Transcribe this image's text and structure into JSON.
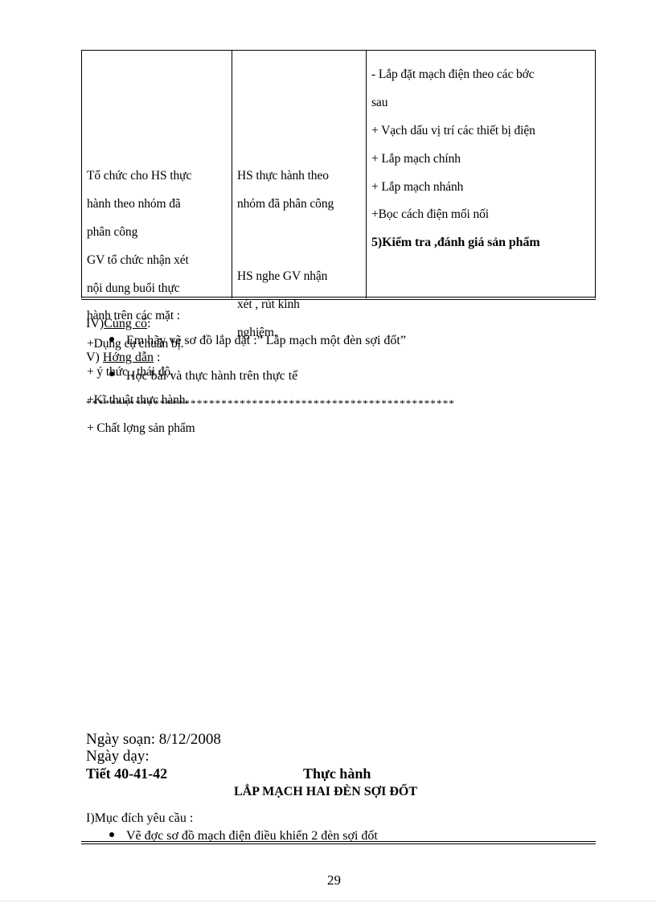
{
  "table": {
    "col1": {
      "lines": [
        "Tổ chức cho HS thực",
        "hành theo nhóm đã",
        "phân công",
        "GV tổ chức nhận xét",
        "nội dung buổi thực",
        "hành trên các mặt :",
        "+Dụng cụ chuẩn bị.",
        "+ ý thức , thái độ.",
        "+Kĩ thuật thực hành.",
        "+ Chất lợng  sản phẩm"
      ]
    },
    "col2": {
      "block1": [
        "HS thực hành theo",
        "nhóm đã phân công"
      ],
      "block2": [
        "HS nghe GV nhận",
        "xét , rút kinh",
        "nghiệm."
      ]
    },
    "col3": {
      "lines": [
        "- Lắp đặt mạch điện theo các bớc",
        "sau",
        "+ Vạch dấu vị trí các thiết bị điện",
        "+ Lắp mạch chính",
        "+ Lắp mạch nhánh",
        "+Bọc cách điện mối nối"
      ],
      "heading": "5)Kiểm tra ,đánh giá sản phẩm"
    }
  },
  "section4": {
    "prefix": "IV)",
    "title": "Củng cố",
    "suffix": ":",
    "bullet": "Em hãy vẽ  sơ đồ  lắp đặt :” Lắp mạch một đèn sợi đốt”"
  },
  "section5": {
    "prefix": "V) ",
    "title": "Hớng  dẫn",
    "suffix": " :",
    "bullet": "Học bài và  thực hành trên thực tế"
  },
  "separator": "************************************************************",
  "next_lesson": {
    "date_label": "Ngày soạn: 8/12/2008",
    "teach_label": "Ngày dạy:",
    "period": "Tiết 40-41-42",
    "type": "Thực hành",
    "title": "LẮP MẠCH HAI ĐÈN SỢI ĐỐT",
    "objective": "I)Mục đích yêu cầu :",
    "bullet": "Vẽ đợc   sơ đồ mạch điện điều khiển 2 đèn sợi đốt"
  },
  "page_number": "29"
}
